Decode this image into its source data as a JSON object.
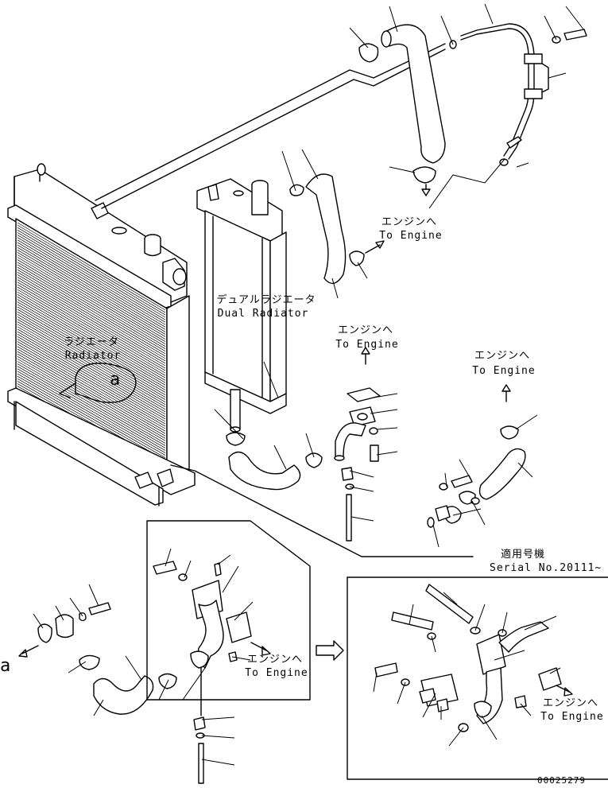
{
  "labels": {
    "radiator_jp": "ラジエータ",
    "radiator_en": "Radiator",
    "dual_radiator_jp": "デュアルラジエータ",
    "dual_radiator_en": "Dual Radiator",
    "to_engine_jp": "エンジンへ",
    "to_engine_en": "To Engine",
    "view_a_mark": "a",
    "serial_jp": "適用号機",
    "serial_en": "Serial No.20111~",
    "drawing_number": "00025279"
  },
  "icons": [
    "arrow-icon",
    "view-arrow-icon"
  ]
}
